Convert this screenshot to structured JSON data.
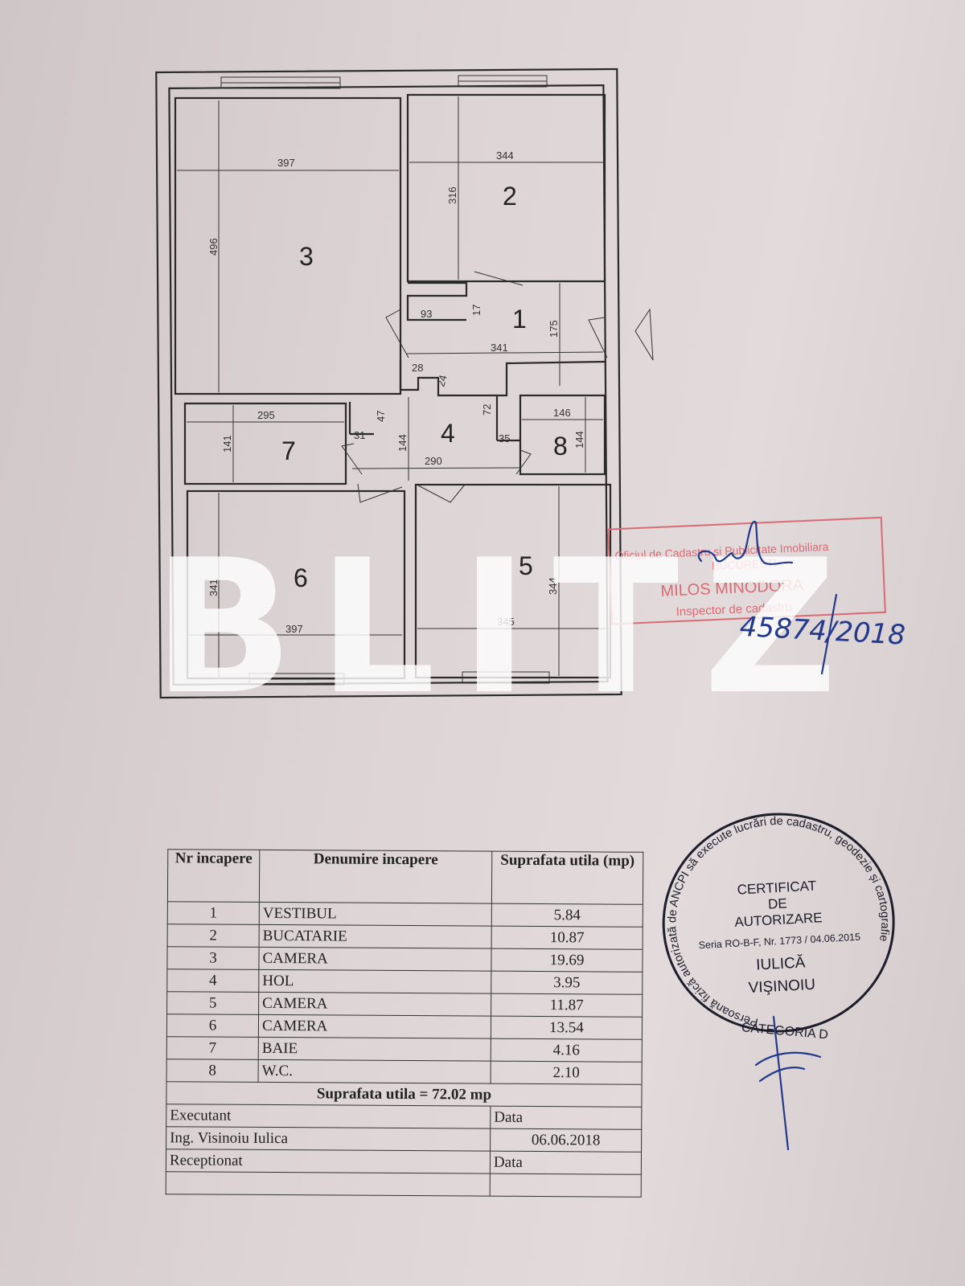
{
  "floor_plan": {
    "rooms": [
      {
        "number": "1",
        "dims": [
          "341",
          "175",
          "93",
          "17"
        ]
      },
      {
        "number": "2",
        "dims": [
          "344",
          "316"
        ]
      },
      {
        "number": "3",
        "dims": [
          "397",
          "496"
        ]
      },
      {
        "number": "4",
        "dims": [
          "290",
          "144",
          "47",
          "31",
          "72",
          "35",
          "28",
          "24"
        ]
      },
      {
        "number": "5",
        "dims": [
          "345",
          "344"
        ]
      },
      {
        "number": "6",
        "dims": [
          "397",
          "341"
        ]
      },
      {
        "number": "7",
        "dims": [
          "295",
          "141"
        ]
      },
      {
        "number": "8",
        "dims": [
          "146",
          "144"
        ]
      }
    ]
  },
  "watermark": "BLITZ",
  "ocpi_stamp": {
    "line1": "Oficiul de Cadastru si Publicitate Imobiliara",
    "line2": "BUCURESTI",
    "name": "MILOS MINODORA",
    "role": "Inspector de cadastru",
    "handwritten_number": "45874/2018"
  },
  "table": {
    "headers": {
      "nr": "Nr incapere",
      "name": "Denumire incapere",
      "area": "Suprafata utila (mp)"
    },
    "rows": [
      {
        "nr": "1",
        "name": "VESTIBUL",
        "area": "5.84"
      },
      {
        "nr": "2",
        "name": "BUCATARIE",
        "area": "10.87"
      },
      {
        "nr": "3",
        "name": "CAMERA",
        "area": "19.69"
      },
      {
        "nr": "4",
        "name": "HOL",
        "area": "3.95"
      },
      {
        "nr": "5",
        "name": "CAMERA",
        "area": "11.87"
      },
      {
        "nr": "6",
        "name": "CAMERA",
        "area": "13.54"
      },
      {
        "nr": "7",
        "name": "BAIE",
        "area": "4.16"
      },
      {
        "nr": "8",
        "name": "W.C.",
        "area": "2.10"
      }
    ],
    "total": "Suprafata utila = 72.02 mp",
    "executant_label": "Executant",
    "executant_name": "Ing. Visinoiu Iulica",
    "data_label": "Data",
    "data_value": "06.06.2018",
    "receptionat_label": "Receptionat",
    "data_label_2": "Data"
  },
  "cert_stamp": {
    "ring_text": "Persoană fizică autorizată de ANCPI să execute lucrări de cadastru, geodezie și cartografie",
    "title1": "CERTIFICAT",
    "title2": "DE",
    "title3": "AUTORIZARE",
    "serial": "Seria RO-B-F, Nr. 1773 / 04.06.2015",
    "name1": "IULICĂ",
    "name2": "VIŞINOIU",
    "category": "CATEGORIA D"
  }
}
